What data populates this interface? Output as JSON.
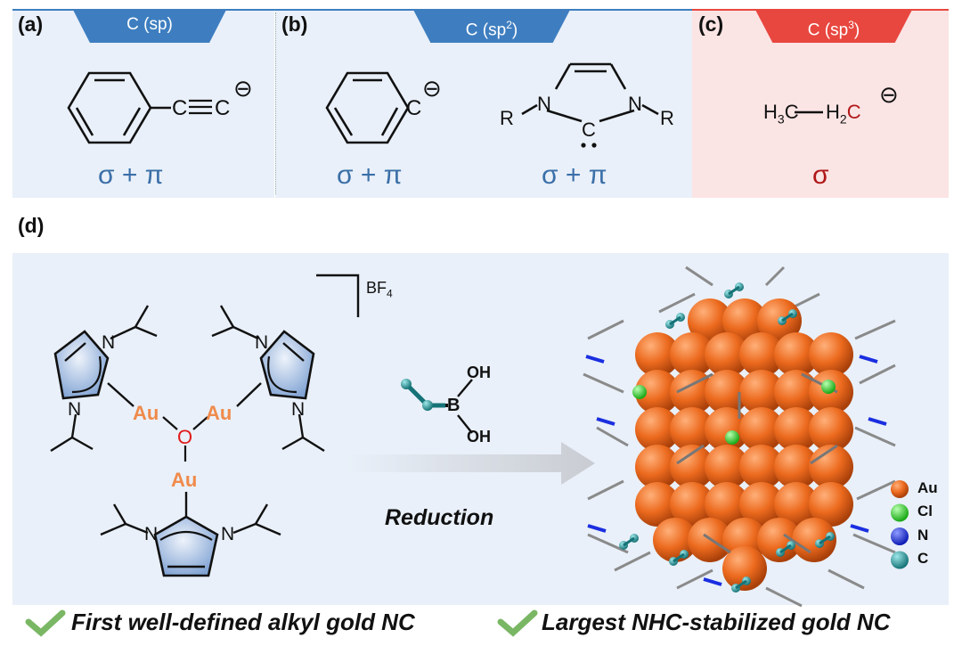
{
  "panels": {
    "a": {
      "label": "(a)",
      "tab": "C (sp)",
      "bonding": "σ + π"
    },
    "b": {
      "label": "(b)",
      "tab_prefix": "C (sp",
      "tab_sup": "2",
      "tab_suffix": ")",
      "bonding_left": "σ + π",
      "bonding_right": "σ + π"
    },
    "c": {
      "label": "(c)",
      "tab_prefix": "C (sp",
      "tab_sup": "3",
      "tab_suffix": ")",
      "bonding": "σ"
    },
    "d": {
      "label": "(d)"
    }
  },
  "molecules": {
    "a": {
      "c1": "C",
      "triple": "≡",
      "c2": "C",
      "charge": "⊖"
    },
    "b1": {
      "c": "C",
      "charge": "⊖"
    },
    "b2": {
      "r_left": "R",
      "n_left": "N",
      "n_right": "N",
      "r_right": "R",
      "c": "C",
      "lone_pair": "••"
    },
    "c": {
      "h3": "H",
      "h3_sub": "3",
      "c1": "C",
      "h2": "H",
      "h2_sub": "2",
      "c2": "C",
      "charge": "⊖"
    }
  },
  "complex": {
    "counterion_prefix": "BF",
    "counterion_sub": "4",
    "au": "Au",
    "o": "O",
    "n": "N"
  },
  "reaction": {
    "reagent_oh1": "OH",
    "reagent_b": "B",
    "reagent_oh2": "OH",
    "label": "Reduction"
  },
  "legend": [
    {
      "label": "Au",
      "color": "#e8651a"
    },
    {
      "label": "Cl",
      "color": "#2fd12a"
    },
    {
      "label": "N",
      "color": "#1a2ee0"
    },
    {
      "label": "C",
      "color": "#1c8f93"
    }
  ],
  "claims": [
    "First well-defined alkyl gold NC",
    "Largest NHC-stabilized gold NC"
  ]
}
